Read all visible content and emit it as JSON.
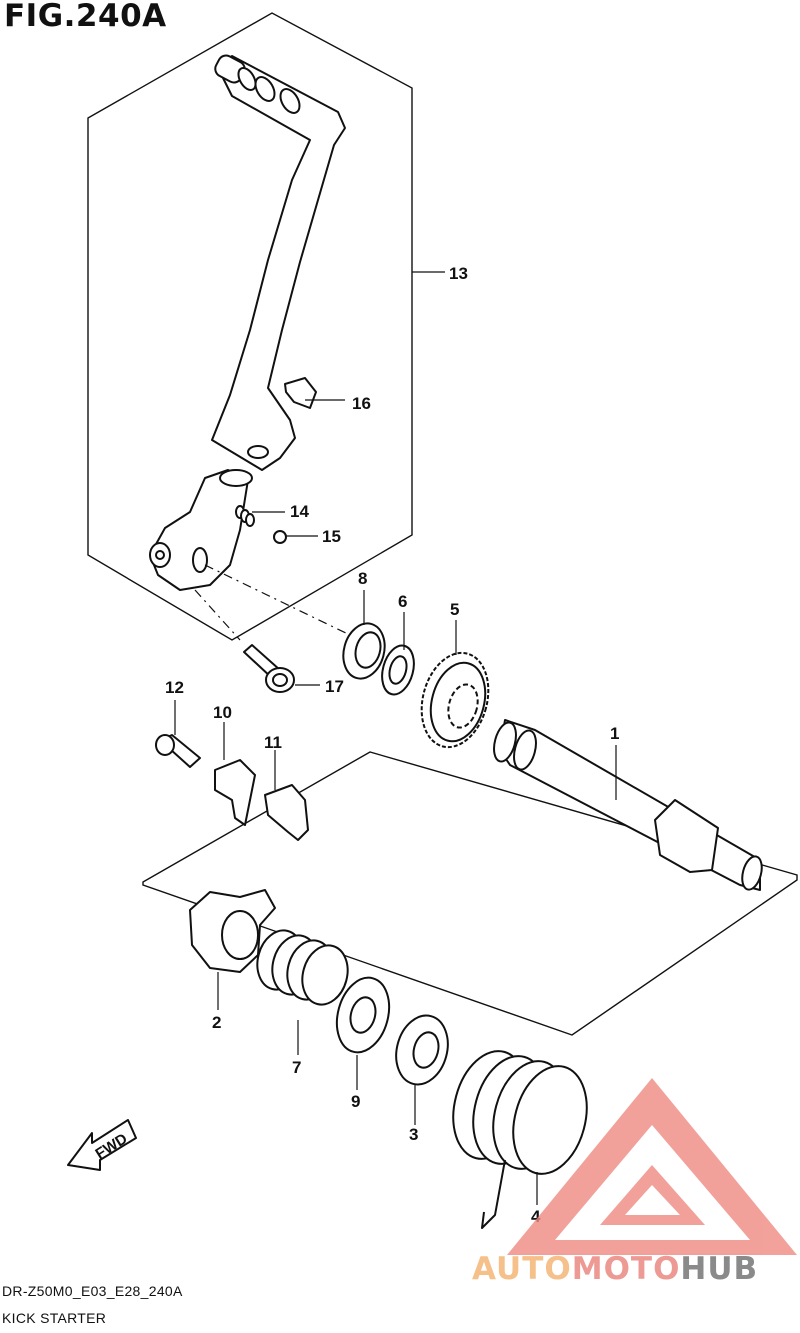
{
  "figure": {
    "title": "FIG.240A",
    "code": "DR-Z50M0_E03_E28_240A",
    "name": "KICK STARTER"
  },
  "callouts": [
    "1",
    "2",
    "3",
    "4",
    "5",
    "6",
    "7",
    "8",
    "9",
    "10",
    "11",
    "12",
    "13",
    "14",
    "15",
    "16",
    "17"
  ],
  "direction_label": "FWD",
  "watermark": {
    "part1": "AUTO",
    "part2": "MOTO",
    "part3": "HUB",
    "colors": {
      "auto": "#f5c089",
      "moto": "#ee9a94",
      "hub": "#8a8a8a",
      "logo": "#f08a82"
    }
  }
}
